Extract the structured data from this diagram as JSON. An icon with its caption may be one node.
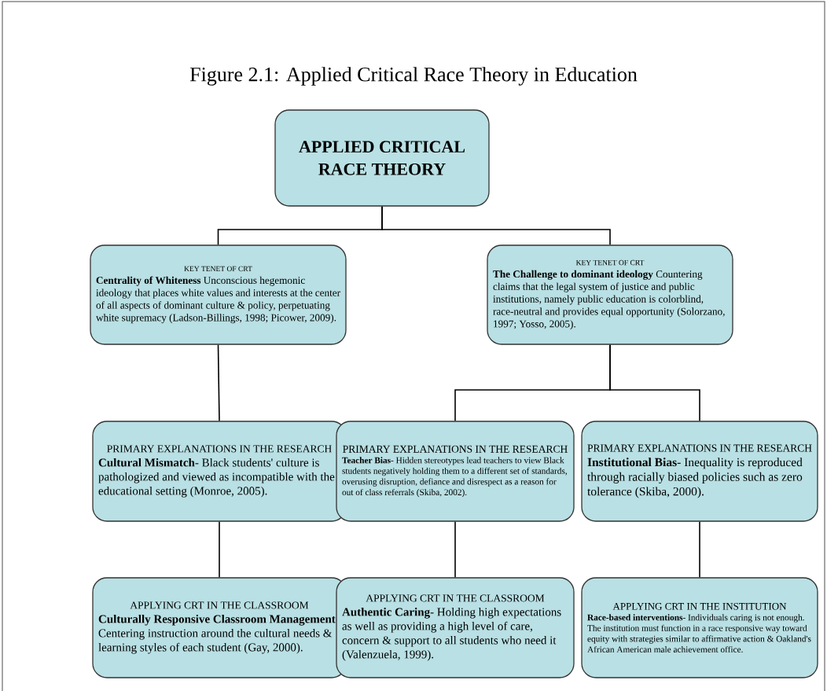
{
  "diagram": {
    "title": "Figure 2.1: Applied Critical Race Theory in Education",
    "nodes": [
      {
        "text": [
          "APPLIED CRITICAL RACE THEORY"
        ]
      },
      {
        "text": [
          "KEY TENET OF CRT",
          "**Centrality of Whiteness** Unconscious hegemonic ideology that places white values and interests at the center of all aspects of dominant culture & policy, perpetuating white supremacy (Ladson-Billings, 1998; Picower, 2009)."
        ]
      },
      {
        "text": [
          "KEY TENET OF CRT",
          "**The Challenge to dominant ideology** Countering claims that the legal system of justice and public institutions, namely public education is colorblind, race-neutral and provides equal opportunity (Solorzano, 1997; Yosso, 2005)."
        ]
      },
      {
        "text": [
          "PRIMARY EXPLANATIONS IN THE RESEARCH",
          "**Cultural Mismatch**- Black students' culture is pathologized and viewed as incompatible with the educational setting (Monroe, 2005)."
        ]
      },
      {
        "text": [
          "PRIMARY EXPLANATIONS IN THE RESEARCH",
          "**Teacher Bias**- Hidden stereotypes lead teachers to view Black students negatively holding them to a different set of standards, overusing disruption, defiance and disrespect as a reason for out of class referrals (Skiba, 2002)."
        ]
      },
      {
        "text": [
          "PRIMARY EXPLANATIONS IN THE RESEARCH",
          "**Institutional Bias**- Inequality is reproduced through racially biased policies such as zero tolerance (Skiba, 2000)."
        ]
      },
      {
        "text": [
          "APPLYING CRT IN THE CLASSROOM",
          "**Culturally Responsive Classroom Management**- Centering instruction around the cultural needs & learning styles of each student (Gay, 2000)."
        ]
      },
      {
        "text": [
          "APPLYING CRT IN THE CLASSROOM",
          "**Authentic Caring**- Holding high expectations as well as providing a high level of care, concern & support to all students who need it (Valenzuela, 1999)."
        ]
      },
      {
        "text": [
          "APPLYING CRT IN THE INSTITUTION",
          "**Race-based interventions**- Individuals caring is not enough. The institution must function in a race responsive way toward equity with strategies similar to affirmative action & Oakland's African American male achievement office."
        ]
      }
    ],
    "edges": [
      {
        "from": 0,
        "to": 1,
        "arrow": "none"
      },
      {
        "from": 0,
        "to": 2,
        "arrow": "none"
      },
      {
        "from": 1,
        "to": 3,
        "arrow": "none"
      },
      {
        "from": 2,
        "to": 4,
        "arrow": "none"
      },
      {
        "from": 2,
        "to": 5,
        "arrow": "none"
      },
      {
        "from": 3,
        "to": 6,
        "arrow": "none"
      },
      {
        "from": 4,
        "to": 7,
        "arrow": "none"
      },
      {
        "from": 5,
        "to": 8,
        "arrow": "none"
      }
    ]
  }
}
